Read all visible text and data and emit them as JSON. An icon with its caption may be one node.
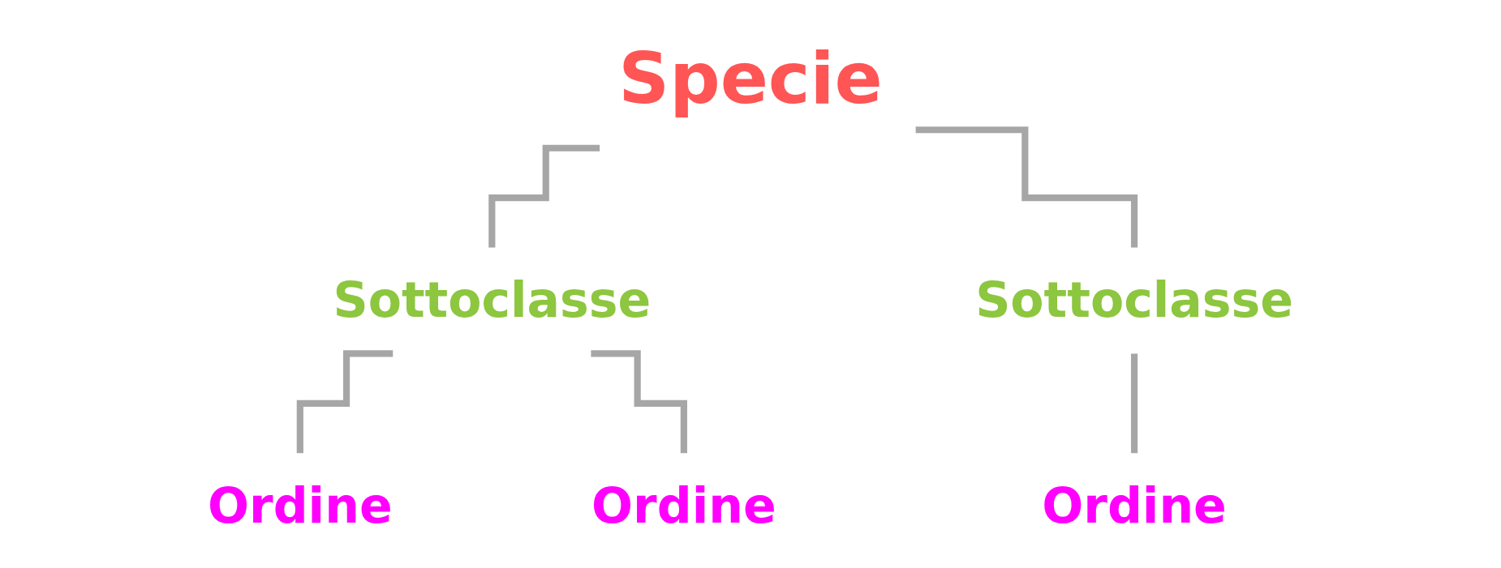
{
  "diagram": {
    "nodes": [
      {
        "text": [
          "Specie"
        ]
      },
      {
        "text": [
          "Sottoclasse"
        ]
      },
      {
        "text": [
          "Sottoclasse"
        ]
      },
      {
        "text": [
          "Ordine"
        ]
      },
      {
        "text": [
          "Ordine"
        ]
      },
      {
        "text": [
          "Ordine"
        ]
      }
    ],
    "edges": [
      {
        "from": 0,
        "to": 1,
        "arrow": "none"
      },
      {
        "from": 0,
        "to": 2,
        "arrow": "none"
      },
      {
        "from": 1,
        "to": 3,
        "arrow": "none"
      },
      {
        "from": 1,
        "to": 4,
        "arrow": "none"
      },
      {
        "from": 2,
        "to": 5,
        "arrow": "none"
      }
    ]
  }
}
